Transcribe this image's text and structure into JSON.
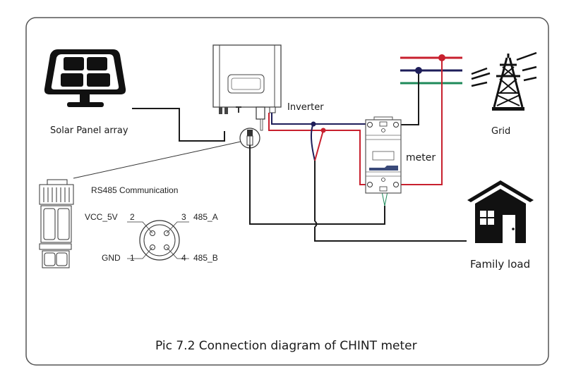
{
  "labels": {
    "solar": "Solar Panel array",
    "inverter": "Inverter",
    "grid": "Grid",
    "meter": "meter",
    "rs485": "RS485 Communication",
    "family_load": "Family load",
    "caption": "Pic 7.2 Connection diagram of CHINT meter"
  },
  "connector_pins": [
    {
      "number": "2",
      "name": "VCC_5V"
    },
    {
      "number": "3",
      "name": "485_A"
    },
    {
      "number": "1",
      "name": "GND"
    },
    {
      "number": "4",
      "name": "485_B"
    }
  ],
  "colors": {
    "line_phase": "#c8202e",
    "neutral": "#1e1e5a",
    "earth": "#1e8a5a",
    "wire": "#1a1a1a",
    "frame": "#555555"
  },
  "icons": {
    "solar": "solar-panel-icon",
    "inverter": "inverter-icon",
    "grid": "transmission-tower-icon",
    "meter": "energy-meter-icon",
    "house": "house-icon",
    "connector": "rs485-connector-icon"
  }
}
